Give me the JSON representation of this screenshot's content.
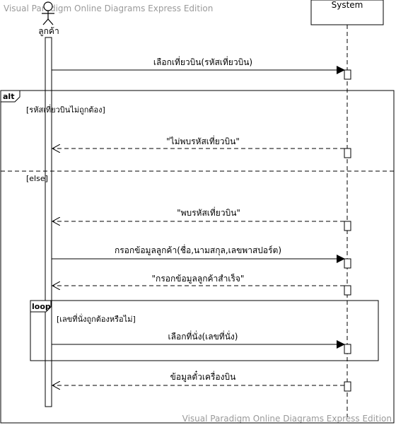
{
  "watermark_top": "Visual Paradigm Online Diagrams Express Edition",
  "watermark_bottom": "Visual Paradigm Online Diagrams Express Edition",
  "actor": {
    "name": "ลูกค้า"
  },
  "system": {
    "name": "System"
  },
  "messages": {
    "m1": "เลือกเที่ยวบิน(รหัสเที่ยวบิน)",
    "m2": "\"ไม่พบรหัสเที่ยวบิน\"",
    "m3": "\"พบรหัสเที่ยวบิน\"",
    "m4": "กรอกข้อมูลลูกค้า(ชื่อ,นามสกุล,เลขพาสปอร์ต)",
    "m5": "\"กรอกข้อมูลลูกค้าสำเร็จ\"",
    "m6": "เลือกที่นั่ง(เลขที่นั่ง)",
    "m7": "ข้อมูลตั๋วเครื่องบิน"
  },
  "alt_frame": {
    "title": "alt",
    "guard1": "[รหัสเที่ยวบินไม่ถูกต้อง]",
    "guard2": "[else]"
  },
  "loop_frame": {
    "title": "loop",
    "guard": "[เลขที่นั่งถูกต้องหรือไม่]"
  }
}
